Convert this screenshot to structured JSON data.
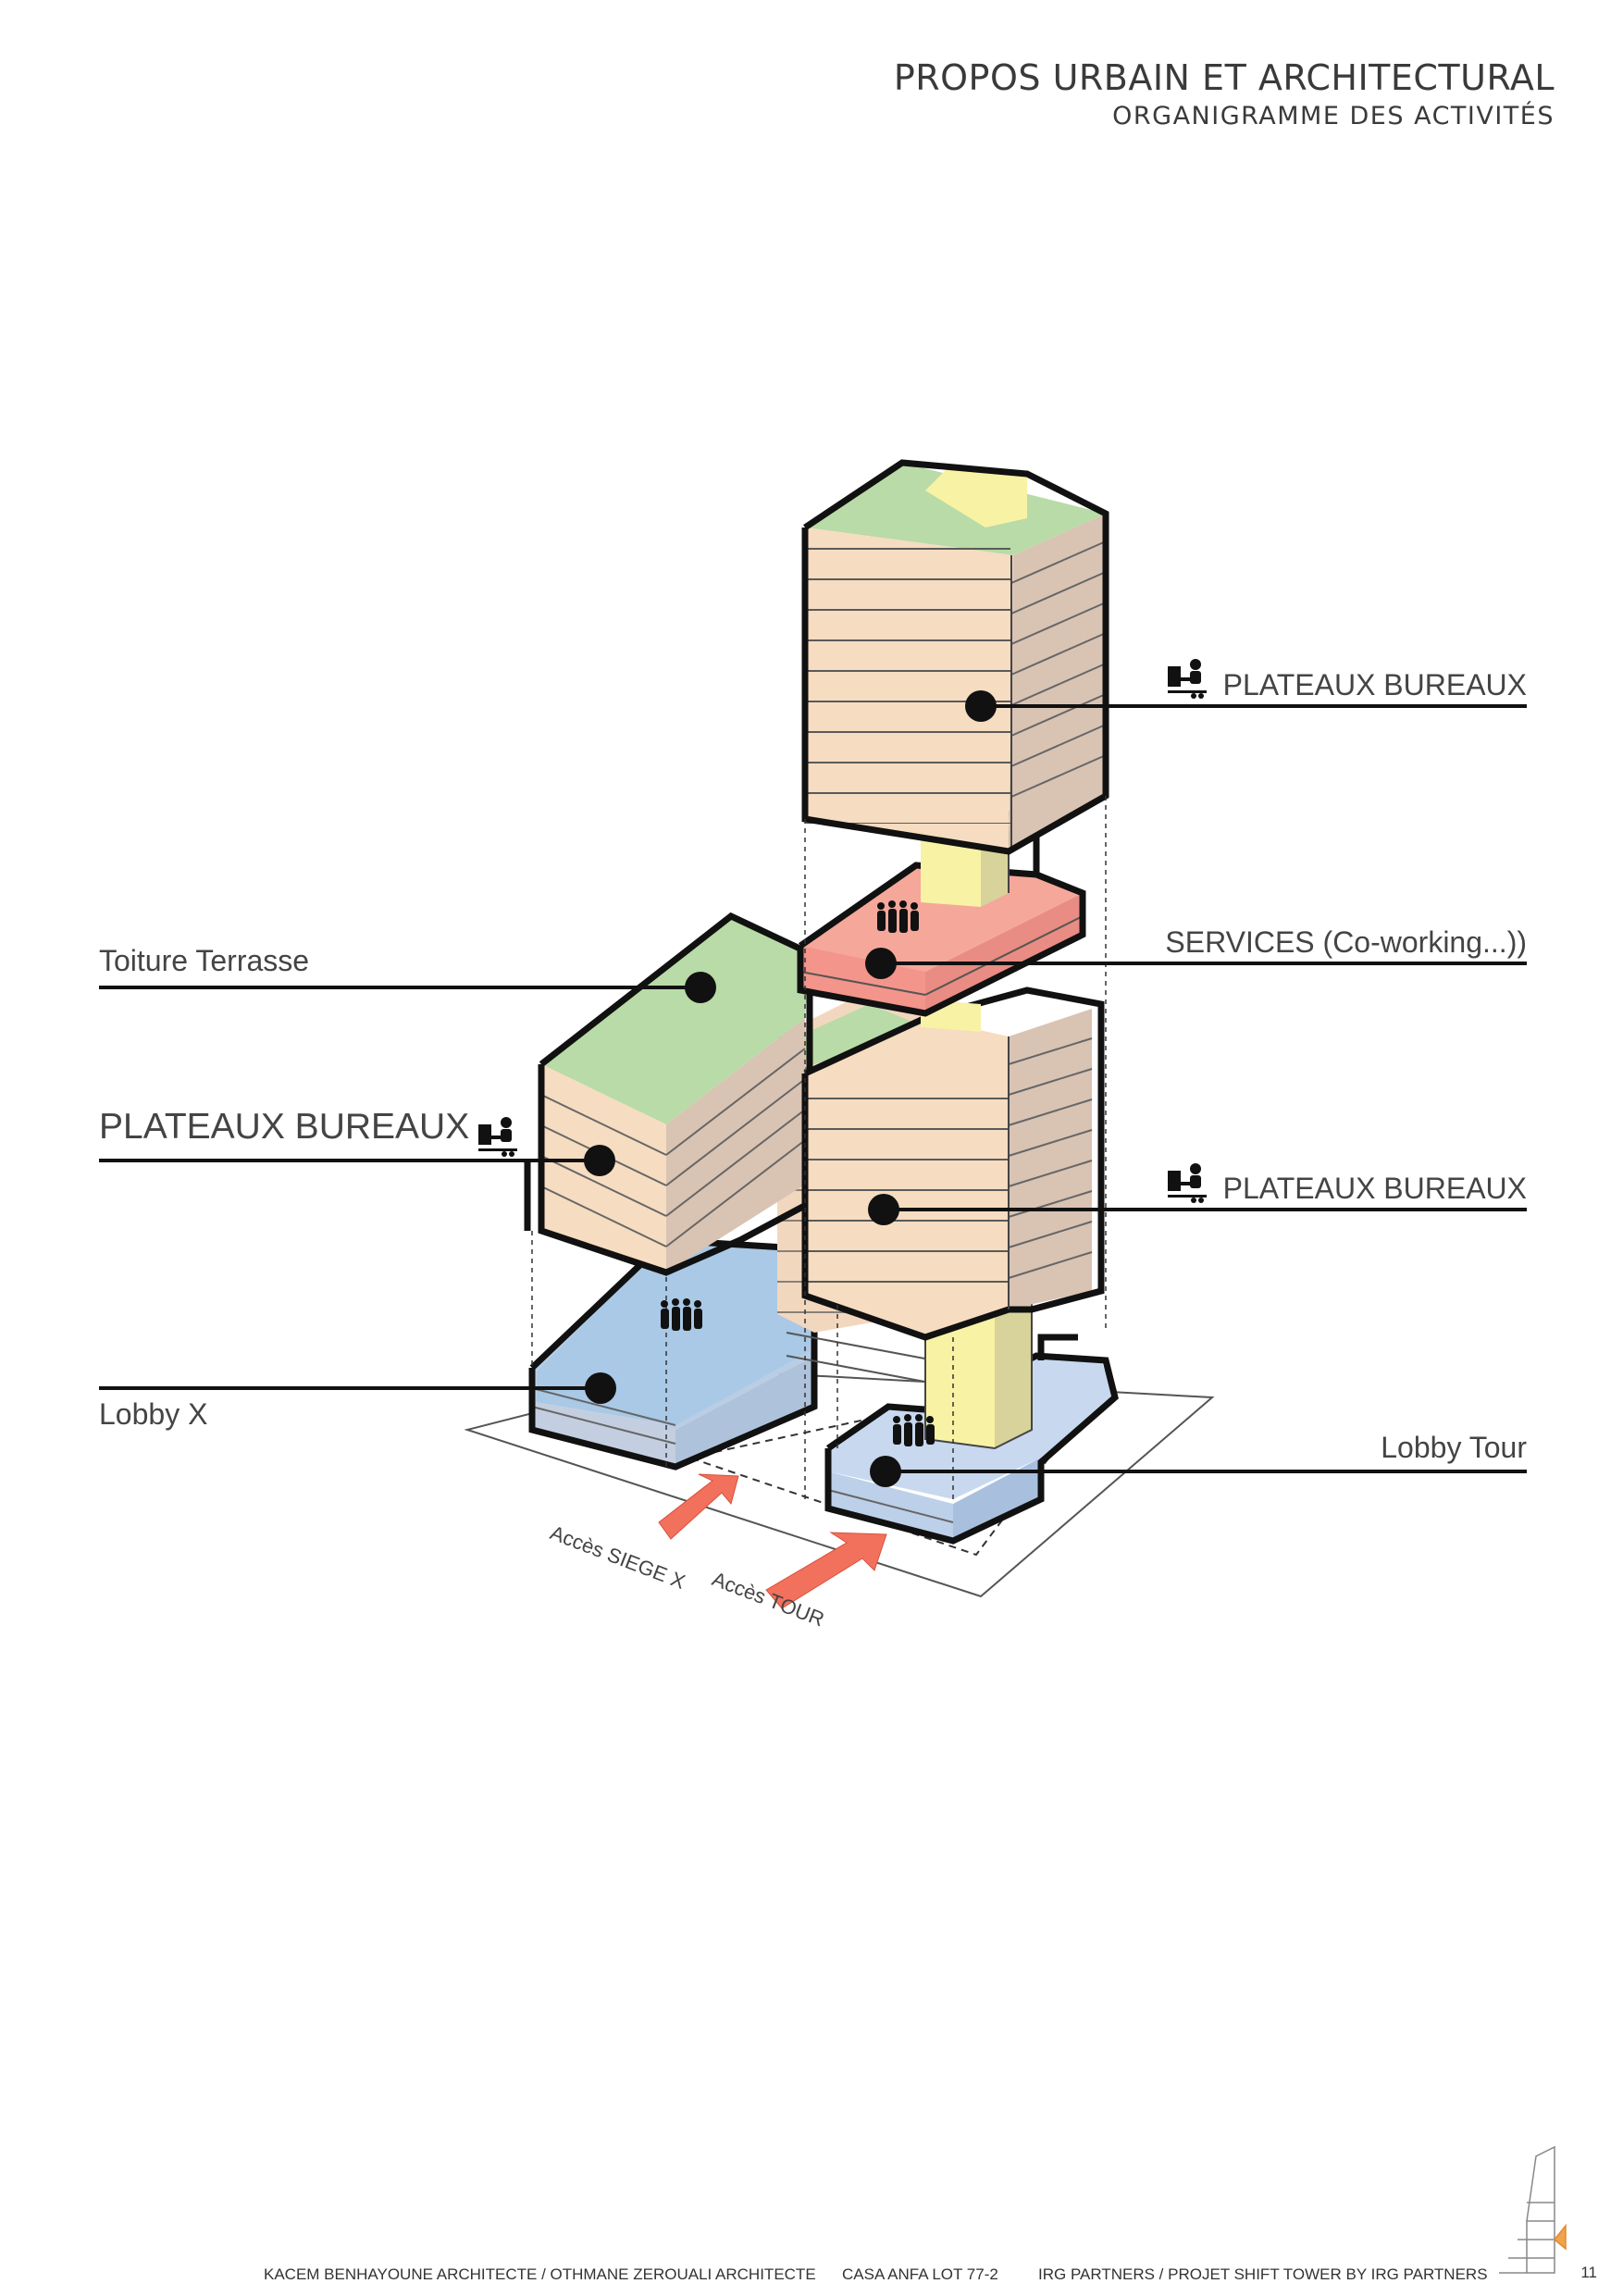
{
  "header": {
    "title": "PROPOS URBAIN ET ARCHITECTURAL",
    "subtitle": "ORGANIGRAMME DES ACTIVITÉS"
  },
  "labels": {
    "plateaux_top": "PLATEAUX BUREAUX",
    "services": "SERVICES (Co-working...))",
    "toiture": "Toiture Terrasse",
    "plateaux_left": "PLATEAUX BUREAUX",
    "plateaux_mid": "PLATEAUX BUREAUX",
    "lobby_x": "Lobby X",
    "lobby_tour": "Lobby Tour"
  },
  "access": {
    "siege": "Accès SIEGE X",
    "tour": "Accès TOUR"
  },
  "footer": {
    "architects": "KACEM BENHAYOUNE ARCHITECTE / OTHMANE ZEROUALI ARCHITECTE",
    "project": "CASA ANFA LOT 77-2",
    "client": "IRG PARTNERS / PROJET SHIFT TOWER BY  IRG PARTNERS",
    "page": "11"
  },
  "icons": {
    "office": "desk-worker-icon",
    "group": "people-group-icon",
    "logo": "tower-logo-icon"
  },
  "colors": {
    "roof_green": "#b9dba7",
    "office_peach": "#f6dcc0",
    "office_shade": "#d9c3b3",
    "services_red": "#f3958b",
    "core_yellow": "#f8f2a4",
    "lobby_blue": "#a9c9e6",
    "lobby_light": "#c7d8ef",
    "access_arrow": "#f2715d"
  }
}
